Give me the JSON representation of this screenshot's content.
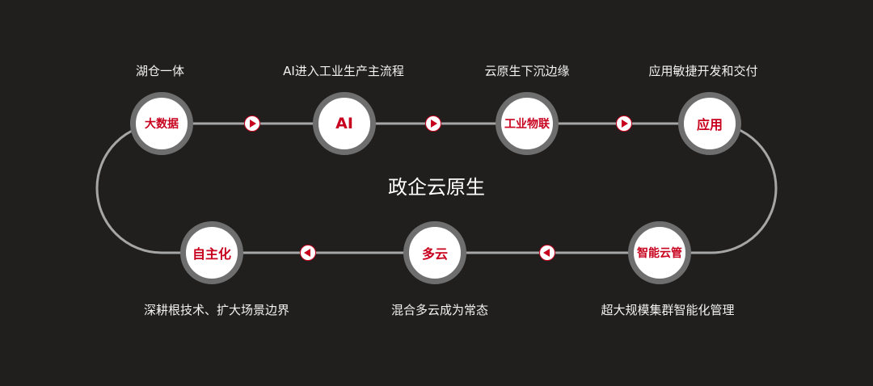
{
  "center_title": "政企云原生",
  "colors": {
    "accent": "#c8001e",
    "track": "#a6a6a6",
    "node_ring": "#6e6e6e",
    "background": "#201f1e"
  },
  "top_row": [
    {
      "node": "大数据",
      "caption": "湖仓一体"
    },
    {
      "node": "AI",
      "caption": "AI进入工业生产主流程"
    },
    {
      "node": "工业物联",
      "caption": "云原生下沉边缘"
    },
    {
      "node": "应用",
      "caption": "应用敏捷开发和交付"
    }
  ],
  "bottom_row": [
    {
      "node": "自主化",
      "caption": "深耕根技术、扩大场景边界"
    },
    {
      "node": "多云",
      "caption": "混合多云成为常态"
    },
    {
      "node": "智能云管",
      "caption": "超大规模集群智能化管理"
    }
  ],
  "arrows": {
    "top": "play-right-icon",
    "bottom": "play-left-icon"
  }
}
